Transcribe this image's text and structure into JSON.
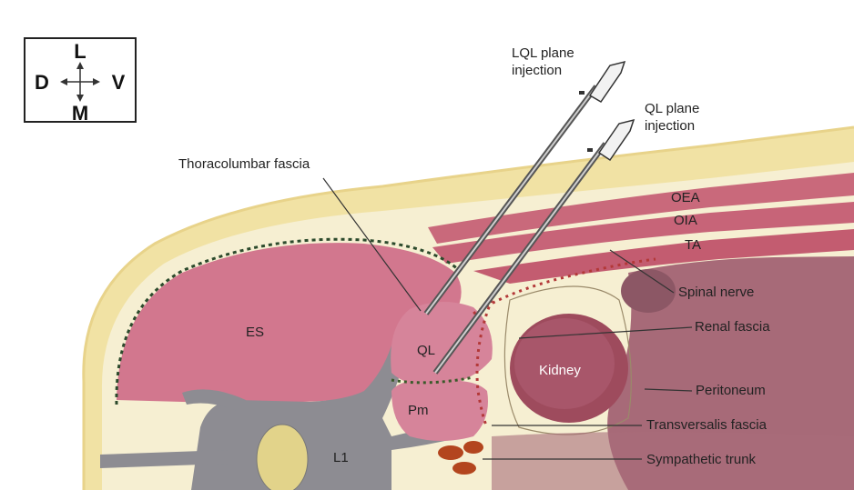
{
  "compass": {
    "top": "L",
    "left": "D",
    "right": "V",
    "bottom": "M"
  },
  "labels": {
    "lql_injection_line1": "LQL plane",
    "lql_injection_line2": "injection",
    "ql_injection_line1": "QL plane",
    "ql_injection_line2": "injection",
    "thoracolumbar_fascia": "Thoracolumbar fascia",
    "oea": "OEA",
    "oia": "OIA",
    "ta": "TA",
    "spinal_nerve": "Spinal nerve",
    "renal_fascia": "Renal fascia",
    "peritoneum": "Peritoneum",
    "transversalis_fascia": "Transversalis fascia",
    "sympathetic_trunk": "Sympathetic trunk",
    "es": "ES",
    "ql": "QL",
    "pm": "Pm",
    "kidney": "Kidney",
    "l1": "L1"
  }
}
